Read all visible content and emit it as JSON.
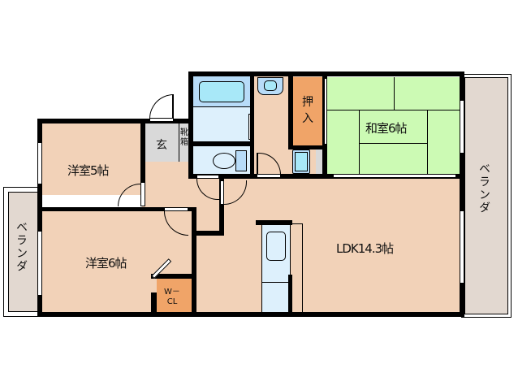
{
  "floorplan": {
    "rooms": [
      {
        "id": "western-room-5",
        "label": "洋室5帖"
      },
      {
        "id": "western-room-6",
        "label": "洋室6帖"
      },
      {
        "id": "japanese-room-6",
        "label": "和室6帖"
      },
      {
        "id": "ldk",
        "label": "LDK14.3帖"
      },
      {
        "id": "entrance",
        "label": "玄"
      },
      {
        "id": "shoe-cabinet",
        "label": "靴箱"
      },
      {
        "id": "closet",
        "label": "押入"
      },
      {
        "id": "walk-in-closet",
        "label_line1": "W－",
        "label_line2": "CL"
      },
      {
        "id": "veranda-left",
        "label": "ベランダ"
      },
      {
        "id": "veranda-right",
        "label": "ベランダ"
      }
    ],
    "colors": {
      "wall": "#000000",
      "room": "#f2d2b8",
      "japanese_room": "#ccfab4",
      "storage": "#f0a468",
      "entrance": "#d9d9d9",
      "wet_area": "#ddf0fc",
      "fixture": "#b8dcf8",
      "veranda": "#e2d8d0"
    }
  }
}
